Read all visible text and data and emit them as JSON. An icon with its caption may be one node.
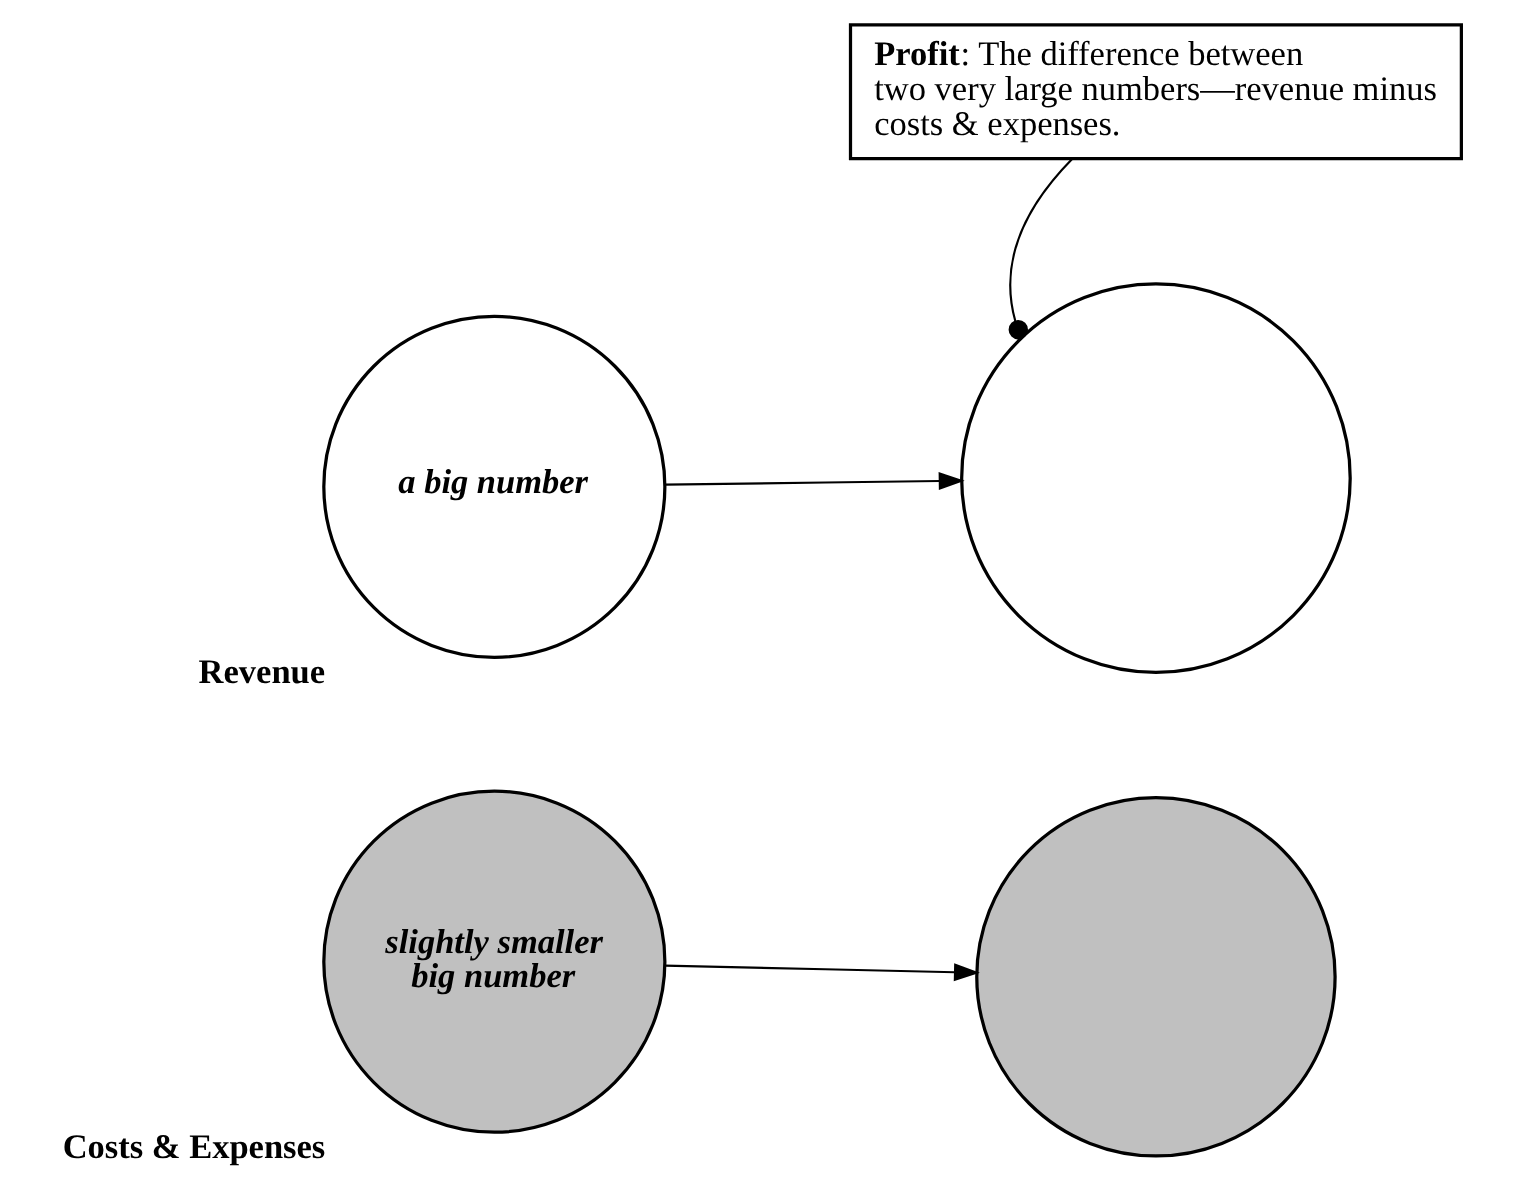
{
  "diagram": {
    "nodes": [
      {
        "text": [
          "Revenue",
          "a big number"
        ]
      },
      {
        "text": [
          "slightly smaller big number",
          "Costs & Expenses"
        ]
      },
      {
        "text": [],
        "shape": "circle"
      },
      {
        "text": [],
        "shape": "circle"
      },
      {
        "text": [
          "**Profit**: The difference between two very large numbers—revenue minus costs & expenses."
        ]
      }
    ],
    "edges": [
      {
        "from": 0,
        "to": 2,
        "arrow": "to"
      },
      {
        "from": 1,
        "to": 3,
        "arrow": "to"
      },
      {
        "from": 4,
        "to": 2,
        "arrow": "other"
      }
    ]
  }
}
